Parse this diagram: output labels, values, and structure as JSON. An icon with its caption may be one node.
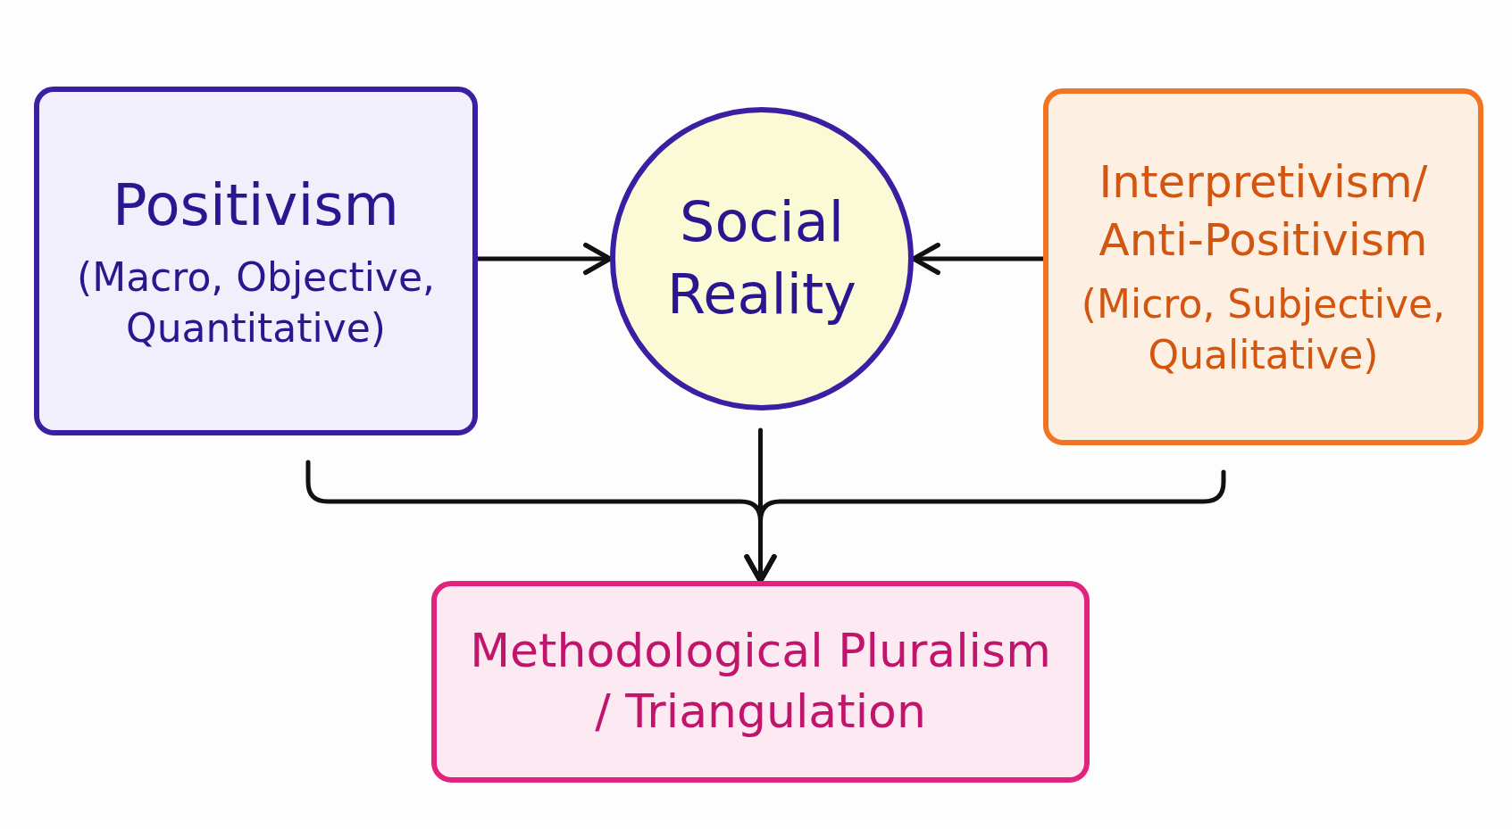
{
  "diagram": {
    "nodes": [
      {
        "text": [
          "Positivism",
          "(Macro, Objective, Quantitative)"
        ]
      },
      {
        "text": [
          "Social Reality"
        ]
      },
      {
        "text": [
          "Interpretivism/ Anti-Positivism",
          "(Micro, Subjective, Qualitative)"
        ]
      },
      {
        "text": [
          "Methodological Pluralism / Triangulation"
        ]
      }
    ],
    "edges": [
      {
        "from": 0,
        "to": 1,
        "arrow": "to"
      },
      {
        "from": 2,
        "to": 1,
        "arrow": "to"
      },
      {
        "from": 0,
        "to": 3,
        "arrow": "to"
      },
      {
        "from": 1,
        "to": 3,
        "arrow": "to"
      },
      {
        "from": 2,
        "to": 3,
        "arrow": "to"
      }
    ]
  }
}
